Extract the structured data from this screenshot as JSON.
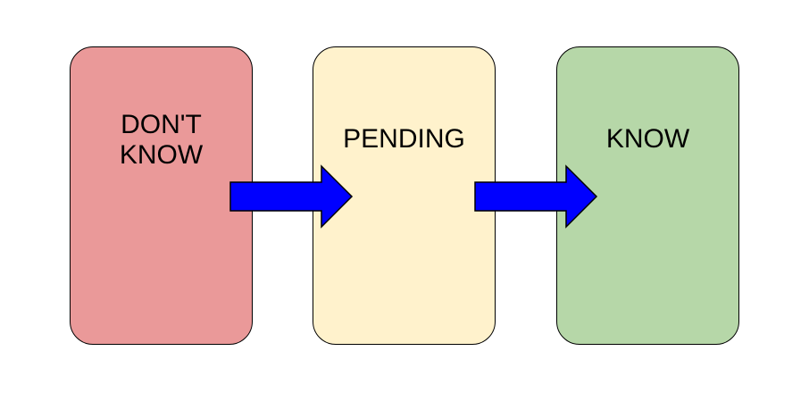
{
  "diagram": {
    "stages": [
      {
        "label": "DON'T\nKNOW",
        "fill": "#ea9999"
      },
      {
        "label": "PENDING",
        "fill": "#fff2cc"
      },
      {
        "label": "KNOW",
        "fill": "#b6d7a8"
      }
    ],
    "arrow_fill": "#0000ff",
    "arrow_stroke": "#000000"
  }
}
